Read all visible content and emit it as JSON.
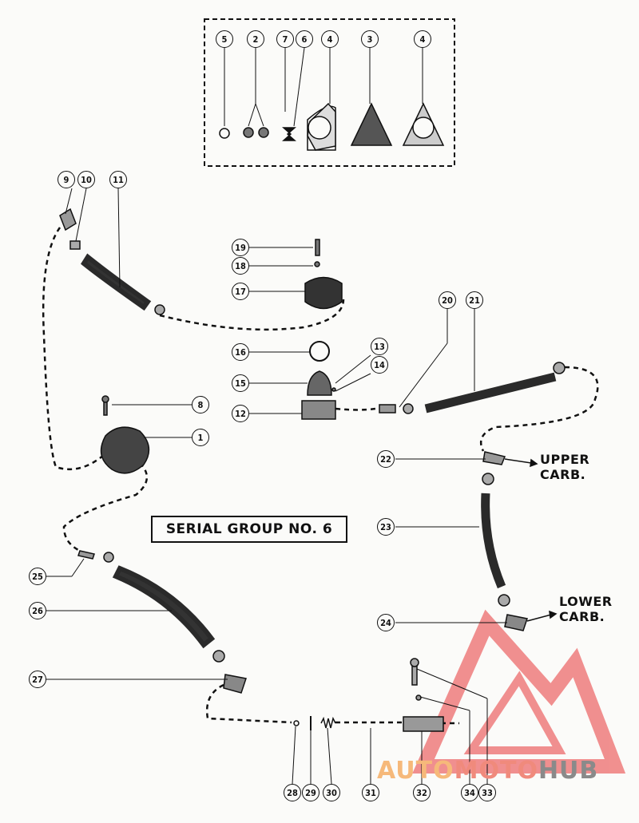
{
  "diagram": {
    "serial_group_label": "SERIAL GROUP NO. 6",
    "outlet_labels": {
      "upper": [
        "UPPER",
        "CARB."
      ],
      "lower": [
        "LOWER",
        "CARB."
      ]
    },
    "callouts": [
      "1",
      "2",
      "3",
      "4",
      "4",
      "5",
      "6",
      "7",
      "8",
      "9",
      "10",
      "11",
      "12",
      "13",
      "14",
      "15",
      "16",
      "17",
      "18",
      "19",
      "20",
      "21",
      "22",
      "23",
      "24",
      "25",
      "26",
      "27",
      "28",
      "29",
      "30",
      "31",
      "32",
      "33",
      "34"
    ],
    "watermark": {
      "part1": "AUTO",
      "part2": "MOTO",
      "part3": "HUB"
    }
  }
}
